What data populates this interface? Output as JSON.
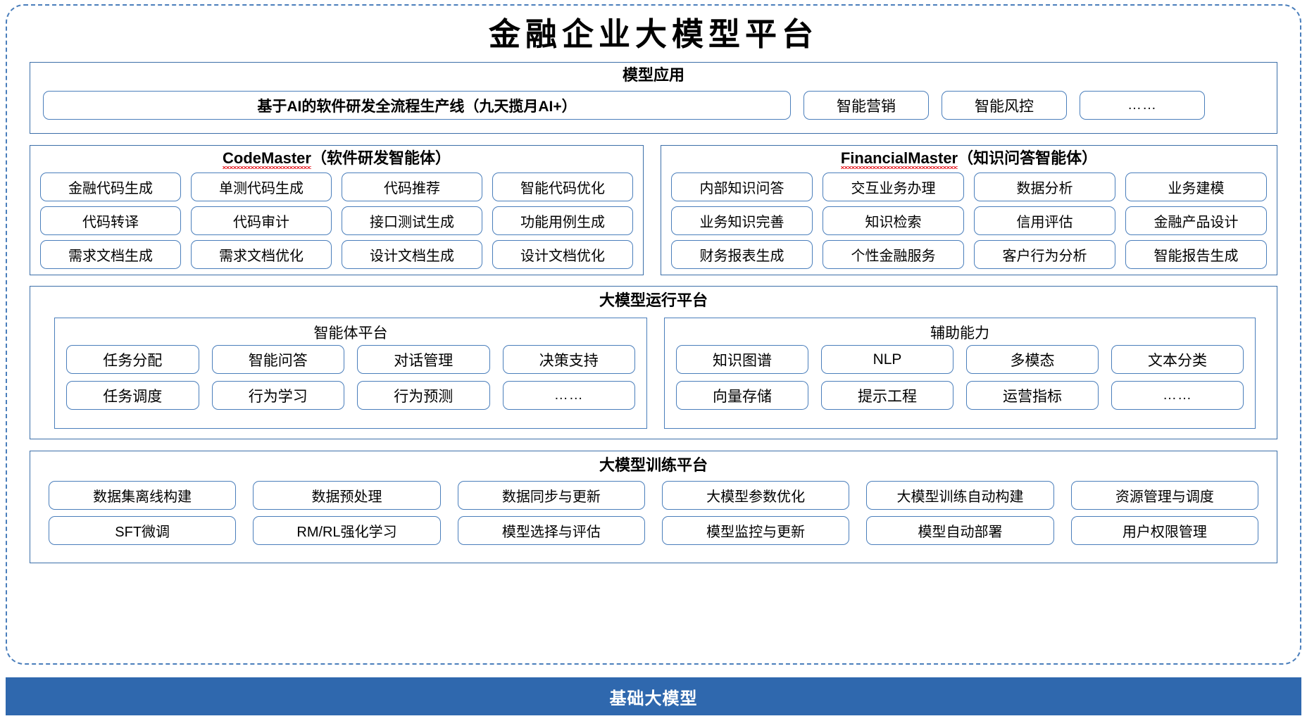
{
  "title": "金融企业大模型平台",
  "sections": {
    "app": {
      "title": "模型应用",
      "main_item": "基于AI的软件研发全流程生产线（九天揽月AI+）",
      "items": [
        "智能营销",
        "智能风控",
        "……"
      ]
    },
    "code_master": {
      "title_en": "CodeMaster",
      "title_cn": "（软件研发智能体）",
      "items": [
        "金融代码生成",
        "单测代码生成",
        "代码推荐",
        "智能代码优化",
        "代码转译",
        "代码审计",
        "接口测试生成",
        "功能用例生成",
        "需求文档生成",
        "需求文档优化",
        "设计文档生成",
        "设计文档优化"
      ]
    },
    "financial_master": {
      "title_en": "FinancialMaster",
      "title_cn": "（知识问答智能体）",
      "items": [
        "内部知识问答",
        "交互业务办理",
        "数据分析",
        "业务建模",
        "业务知识完善",
        "知识检索",
        "信用评估",
        "金融产品设计",
        "财务报表生成",
        "个性金融服务",
        "客户行为分析",
        "智能报告生成"
      ]
    },
    "runtime": {
      "title": "大模型运行平台",
      "agent_platform": {
        "title": "智能体平台",
        "items": [
          "任务分配",
          "智能问答",
          "对话管理",
          "决策支持",
          "任务调度",
          "行为学习",
          "行为预测",
          "……"
        ]
      },
      "aux_capability": {
        "title": "辅助能力",
        "items": [
          "知识图谱",
          "NLP",
          "多模态",
          "文本分类",
          "向量存储",
          "提示工程",
          "运营指标",
          "……"
        ]
      }
    },
    "training": {
      "title": "大模型训练平台",
      "items": [
        "数据集离线构建",
        "数据预处理",
        "数据同步与更新",
        "大模型参数优化",
        "大模型训练自动构建",
        "资源管理与调度",
        "SFT微调",
        "RM/RL强化学习",
        "模型选择与评估",
        "模型监控与更新",
        "模型自动部署",
        "用户权限管理"
      ]
    },
    "footer": {
      "label": "基础大模型"
    }
  },
  "colors": {
    "border_blue": "#4a7ebb",
    "panel_blue": "#3b6ea8",
    "footer_blue": "#2f68ae",
    "spell_red": "#e8232a"
  }
}
